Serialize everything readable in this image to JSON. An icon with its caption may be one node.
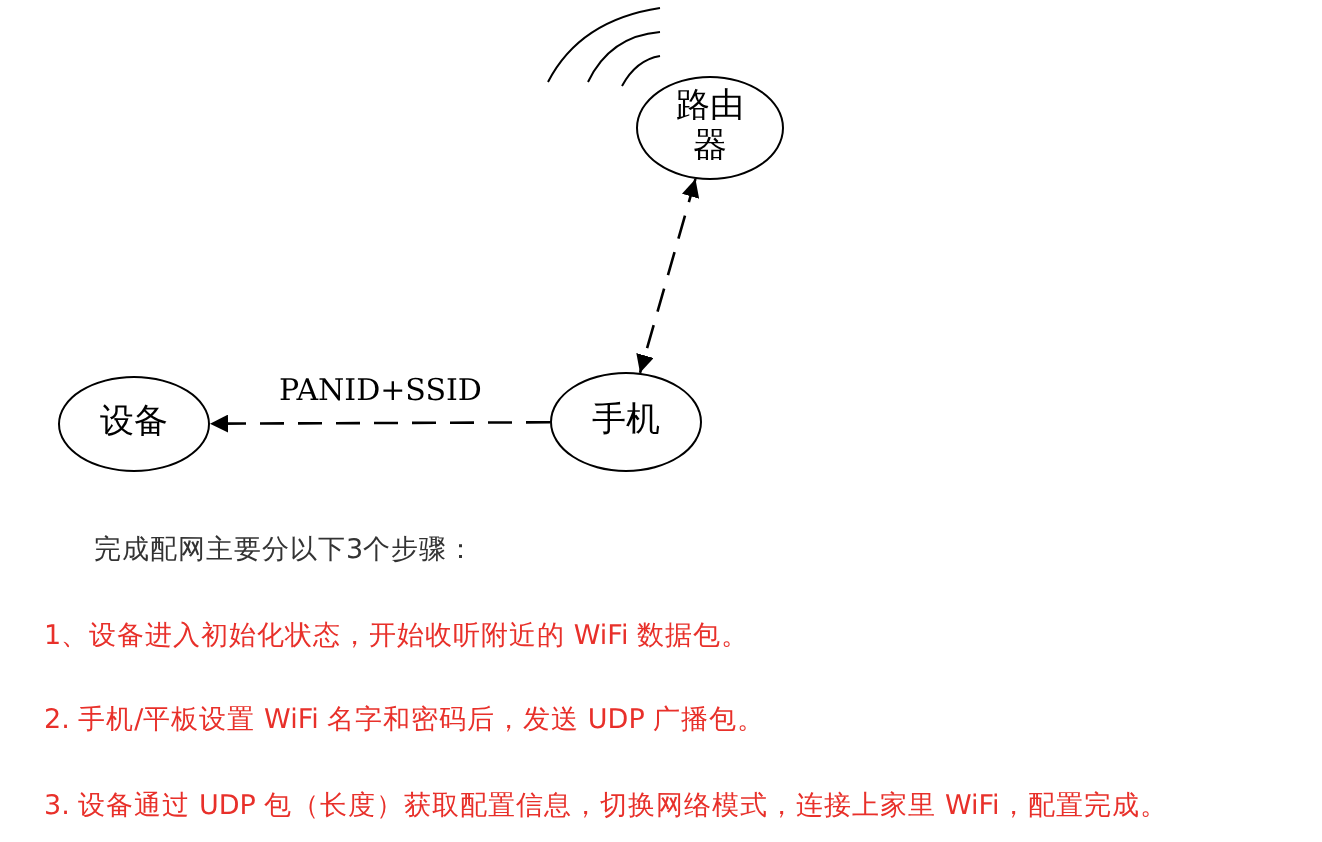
{
  "diagram": {
    "nodes": [
      {
        "text": [
          "路由器"
        ]
      },
      {
        "text": [
          "设备"
        ]
      },
      {
        "text": [
          "手机"
        ]
      }
    ],
    "edges": [
      {
        "from": 0,
        "to": 2,
        "arrow": "both",
        "style": "dashed"
      },
      {
        "from": 2,
        "to": 1,
        "arrow": "to",
        "style": "dashed",
        "label": "PANID+SSID"
      }
    ],
    "labels": [
      "完成配网主要分以下3个步骤：",
      "1、设备进入初始化状态，开始收听附近的 WiFi 数据包。",
      "2. 手机/平板设置 WiFi 名字和密码后，发送 UDP 广播包。",
      "3. 设备通过 UDP 包（长度）获取配置信息，切换网络模式，连接上家里 WiFi，配置完成。"
    ]
  }
}
